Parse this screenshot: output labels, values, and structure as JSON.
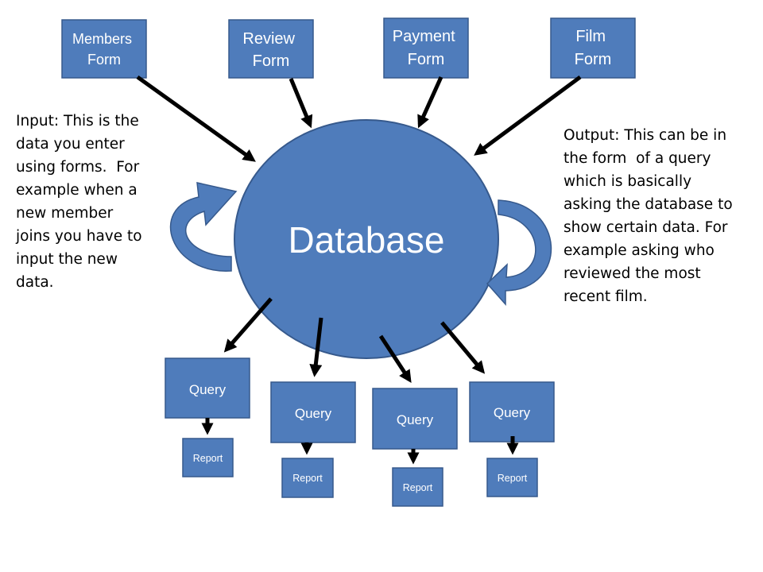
{
  "forms": [
    {
      "label_lines": [
        "Members",
        "Form"
      ]
    },
    {
      "label_lines": [
        "Review",
        "Form"
      ]
    },
    {
      "label_lines": [
        "Payment",
        "Form"
      ]
    },
    {
      "label_lines": [
        "Film",
        "Form"
      ]
    }
  ],
  "database": {
    "label": "Database"
  },
  "queries": [
    {
      "label": "Query",
      "report_label": "Report"
    },
    {
      "label": "Query",
      "report_label": "Report"
    },
    {
      "label": "Query",
      "report_label": "Report"
    },
    {
      "label": "Query",
      "report_label": "Report"
    }
  ],
  "input_text": {
    "lines": [
      "Input: This is the",
      "data you enter",
      "using forms.  For",
      "example when a",
      "new member",
      "joins you have to",
      "input the new",
      "data."
    ]
  },
  "output_text": {
    "lines": [
      "Output: This can be in",
      "the form  of a query",
      "which is basically",
      "asking the database to",
      "show certain data. For",
      "example asking who",
      "reviewed the most",
      "recent film."
    ]
  },
  "colors": {
    "box_fill": "#4f7cbb",
    "box_stroke": "#36598c",
    "text_on_box": "#ffffff",
    "arrow": "#000000"
  }
}
